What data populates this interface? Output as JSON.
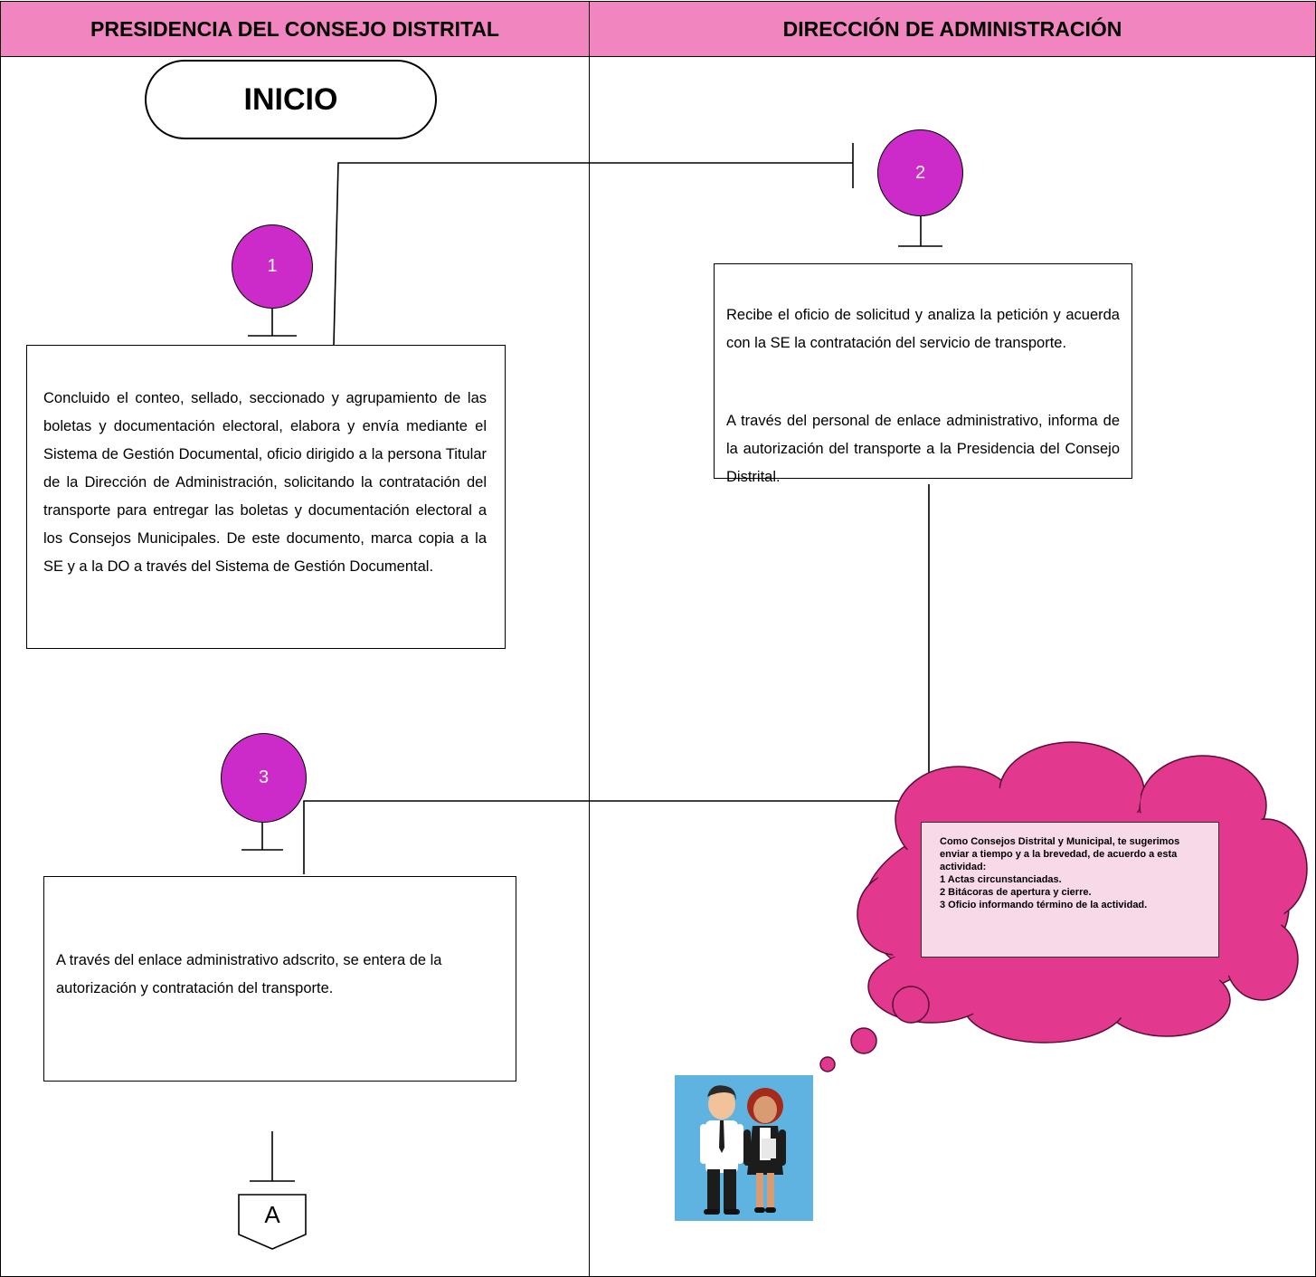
{
  "lanes": [
    {
      "title": "PRESIDENCIA DEL CONSEJO DISTRITAL"
    },
    {
      "title": "DIRECCIÓN DE ADMINISTRACIÓN"
    }
  ],
  "start": {
    "label": "INICIO"
  },
  "steps": [
    {
      "number": "1",
      "text": "Concluido el conteo, sellado, seccionado y agrupamiento de las boletas y documentación electoral, elabora y envía mediante el Sistema de Gestión Documental, oficio dirigido a la persona Titular de la Dirección de Administración, solicitando la contratación del transporte para entregar las boletas y documentación electoral a los Consejos Municipales. De este documento, marca copia a la SE y a la DO a través del Sistema de Gestión Documental."
    },
    {
      "number": "2",
      "text": "Recibe el oficio de solicitud y analiza la petición y acuerda con la SE la contratación del servicio de transporte.",
      "text2": "A través del personal de enlace administrativo, informa de la autorización del transporte a la Presidencia del Consejo Distrital."
    },
    {
      "number": "3",
      "text": "A través del enlace administrativo adscrito, se entera de la autorización y contratación del transporte."
    }
  ],
  "connector": {
    "label": "A"
  },
  "tip": {
    "intro": "Como Consejos Distrital y Municipal, te sugerimos enviar a tiempo y a la brevedad, de acuerdo a esta actividad:",
    "items": [
      "1 Actas circunstanciadas.",
      "2 Bitácoras de apertura y cierre.",
      "3 Oficio informando término de la actividad."
    ]
  },
  "colors": {
    "header": "#f085bf",
    "step_circle": "#cc2ac9",
    "cloud": "#e2398f",
    "tip_box": "#f7d9e7",
    "people_bg": "#5fb3e0"
  }
}
